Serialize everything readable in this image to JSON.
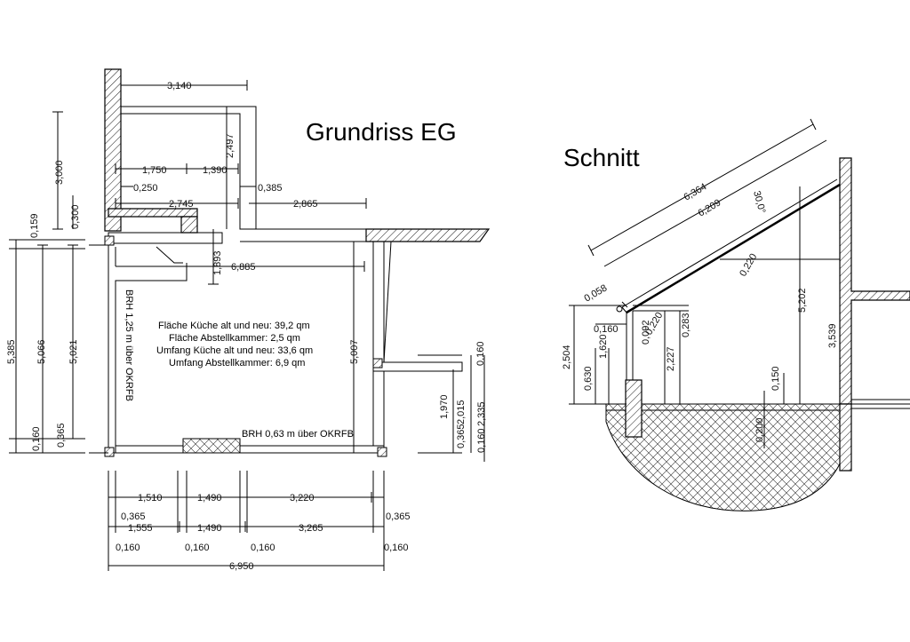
{
  "plan": {
    "title": "Grundriss EG",
    "notes": {
      "area_kitchen": "Fläche Küche alt und neu: 39,2 qm",
      "area_storage": "Fläche Abstellkammer: 2,5 qm",
      "perim_kitchen": "Umfang Küche alt und neu: 33,6 qm",
      "perim_storage": "Umfang Abstellkammer: 6,9 qm"
    },
    "brh_left": "BRH 1,25 m über OKRFB",
    "brh_bottom": "BRH 0,63 m über OKRFB",
    "dims": {
      "d3140": "3,140",
      "d2497": "2,497",
      "d3000": "3,000",
      "d1750": "1,750",
      "d1390": "1,390",
      "d0250": "0,250",
      "d0385": "0,385",
      "d2745": "2,745",
      "d2865": "2,865",
      "d0159": "0,159",
      "d0300": "0,300",
      "d1893": "1,893",
      "d6885": "6,885",
      "d5385": "5,385",
      "d5066": "5,066",
      "d5021": "5,021",
      "d5007": "5,007",
      "d0160a": "0,160",
      "d0365a": "0,365",
      "d0160r": "0,160",
      "d1970": "1,970",
      "d2015": "2,015",
      "d2335": "2,335",
      "d0365r": "0,365",
      "d0160rb": "0,160",
      "b1510": "1,510",
      "b1490a": "1,490",
      "b3220": "3,220",
      "b0365l": "0,365",
      "b0365r": "0,365",
      "b1555": "1,555",
      "b1490b": "1,490",
      "b3265": "3,265",
      "b0160a": "0,160",
      "b0160b": "0,160",
      "b0160c": "0,160",
      "b0160d": "0,160",
      "b6950": "6,950"
    }
  },
  "section": {
    "title": "Schnitt",
    "dims": {
      "s6364": "6,364",
      "s6209": "6,209",
      "s30": "30,0°",
      "s0220a": "0,220",
      "s0058": "0,058",
      "s0220b": "0,220",
      "s0160": "0,160",
      "s0092": "0,092",
      "s0283": "0,283",
      "s5202": "5,202",
      "s3539": "3,539",
      "s2504": "2,504",
      "s1620": "1,620",
      "s0630": "0,630",
      "s2227": "2,227",
      "s0150": "0,150",
      "s0200": "0,200"
    }
  }
}
